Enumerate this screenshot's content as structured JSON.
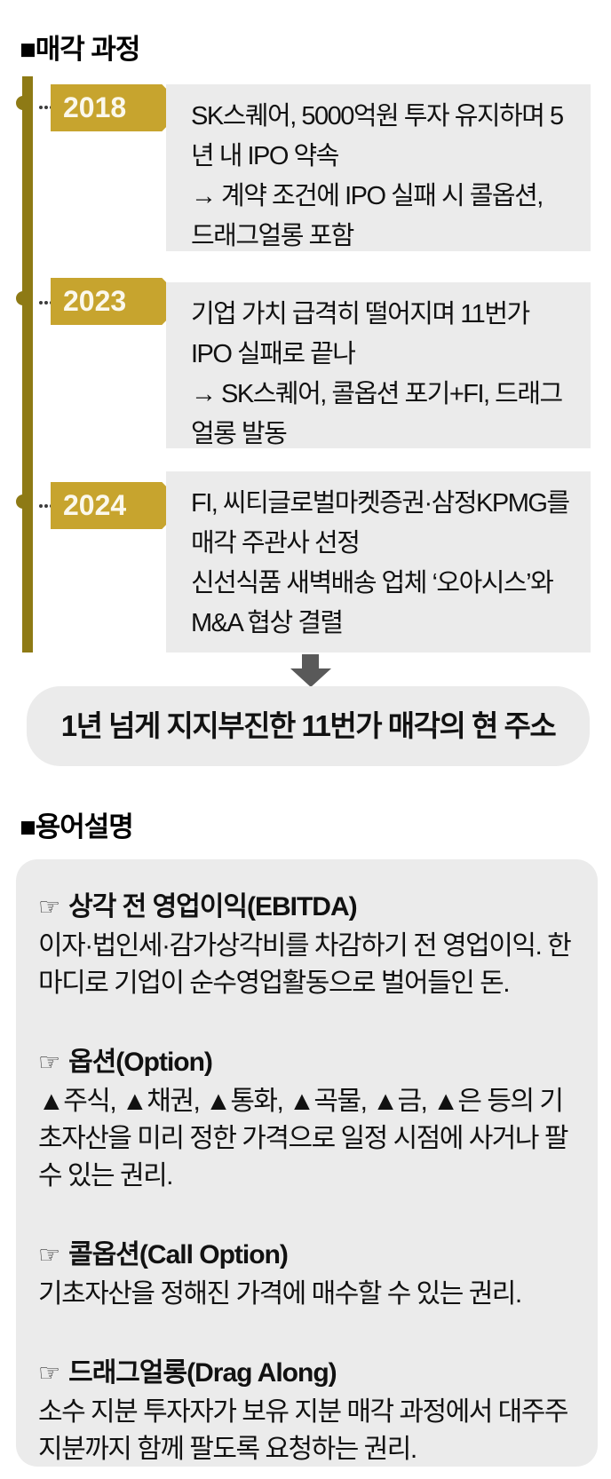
{
  "colors": {
    "flag_gold": "#c7a42e",
    "spine_gold": "#8e7a15",
    "box_gray": "#ebebeb",
    "arrow_gray": "#595959",
    "text": "#111111"
  },
  "sections": {
    "process_title": "■매각 과정",
    "glossary_title": "■용어설명"
  },
  "timeline": {
    "events": [
      {
        "year": "2018",
        "paragraphs": [
          "SK스퀘어, 5000억원 투자 유지하며 5년 내 IPO 약속",
          "→ 계약 조건에 IPO 실패 시 콜옵션, 드래그얼롱 포함"
        ]
      },
      {
        "year": "2023",
        "paragraphs": [
          "기업 가치 급격히 떨어지며 11번가 IPO 실패로 끝나",
          "→ SK스퀘어, 콜옵션 포기+FI, 드래그얼롱 발동"
        ]
      },
      {
        "year": "2024",
        "paragraphs": [
          "FI, 씨티글로벌마켓증권·삼정KPMG를 매각 주관사 선정",
          "신선식품 새벽배송 업체 ‘오아시스’와 M&A 협상 결렬"
        ]
      }
    ]
  },
  "summary": {
    "text": "1년 넘게 지지부진한 11번가 매각의 현 주소"
  },
  "glossary": {
    "pointer_icon": "☞",
    "terms": [
      {
        "term": "상각 전 영업이익(EBITDA)",
        "definition": "이자·법인세·감가상각비를 차감하기 전 영업이익. 한마디로 기업이 순수영업활동으로 벌어들인 돈."
      },
      {
        "term": "옵션(Option)",
        "definition": "▲주식, ▲채권, ▲통화, ▲곡물, ▲금, ▲은 등의 기초자산을 미리 정한 가격으로 일정 시점에 사거나 팔 수 있는 권리."
      },
      {
        "term": "콜옵션(Call Option)",
        "definition": "기초자산을 정해진 가격에 매수할 수 있는 권리."
      },
      {
        "term": "드래그얼롱(Drag Along)",
        "definition": "소수 지분 투자자가 보유 지분 매각 과정에서 대주주 지분까지 함께 팔도록 요청하는 권리."
      }
    ]
  }
}
